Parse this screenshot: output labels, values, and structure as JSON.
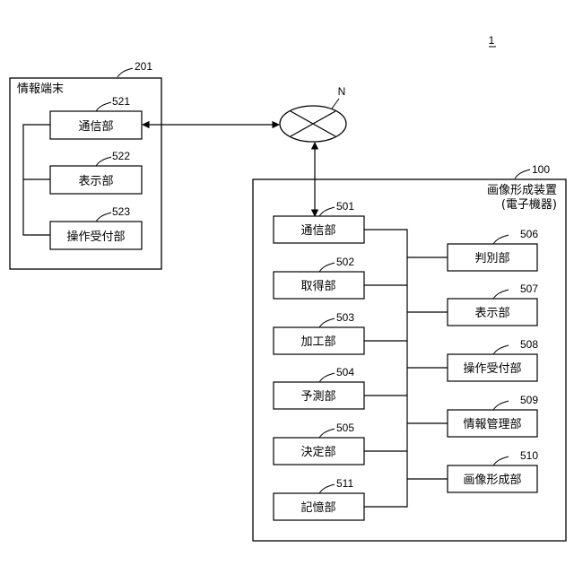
{
  "figure_ref": "1",
  "network": {
    "label": "N"
  },
  "terminal": {
    "ref": "201",
    "title": "情報端末",
    "blocks": [
      {
        "ref": "521",
        "label": "通信部"
      },
      {
        "ref": "522",
        "label": "表示部"
      },
      {
        "ref": "523",
        "label": "操作受付部"
      }
    ]
  },
  "device": {
    "ref": "100",
    "title": "画像形成装置",
    "subtitle": "(電子機器)",
    "left_blocks": [
      {
        "ref": "501",
        "label": "通信部"
      },
      {
        "ref": "502",
        "label": "取得部"
      },
      {
        "ref": "503",
        "label": "加工部"
      },
      {
        "ref": "504",
        "label": "予測部"
      },
      {
        "ref": "505",
        "label": "決定部"
      },
      {
        "ref": "511",
        "label": "記憶部"
      }
    ],
    "right_blocks": [
      {
        "ref": "506",
        "label": "判別部"
      },
      {
        "ref": "507",
        "label": "表示部"
      },
      {
        "ref": "508",
        "label": "操作受付部"
      },
      {
        "ref": "509",
        "label": "情報管理部"
      },
      {
        "ref": "510",
        "label": "画像形成部"
      }
    ]
  }
}
